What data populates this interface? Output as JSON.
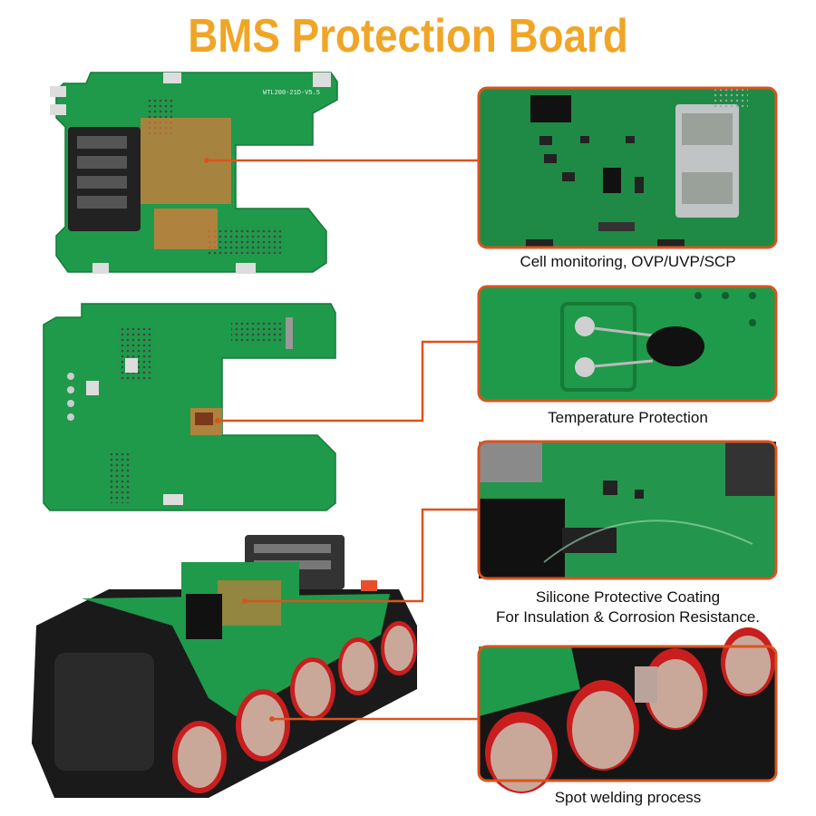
{
  "title": "BMS Protection Board",
  "board_label": "WTL200-21D-V5.5",
  "callouts": [
    {
      "caption_lines": [
        "Cell monitoring, OVP/UVP/SCP"
      ]
    },
    {
      "caption_lines": [
        "Temperature Protection"
      ]
    },
    {
      "caption_lines": [
        "Silicone Protective Coating",
        "For Insulation & Corrosion Resistance."
      ]
    },
    {
      "caption_lines": [
        "Spot welding process"
      ]
    }
  ],
  "colors": {
    "title": "#f0a526",
    "pcb_green": "#1e9a4a",
    "callout_border": "#d9541f",
    "highlight": "#e07a3a",
    "cell_red": "#c81e1e",
    "cell_metal": "#c9a89a",
    "housing": "#1a1a1a"
  }
}
